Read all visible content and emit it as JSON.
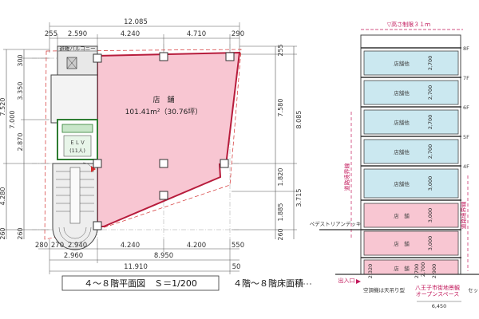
{
  "plan": {
    "dims_top": {
      "total": "12.085",
      "left_edge": "255",
      "seg1": "2.590",
      "seg2": "4.240",
      "seg3": "4.710",
      "right_edge": "290"
    },
    "dims_bottom": {
      "left_a": "280",
      "left_b": "270",
      "seg_a1": "2.940",
      "seg_a2": "4.240",
      "seg_a3": "4.200",
      "right_a": "550",
      "seg_b1": "2.960",
      "seg_b2": "8.950",
      "total": "11.910",
      "right_b": "50"
    },
    "dims_left": {
      "outer1": "7.520",
      "outer2": "4.280",
      "outer3": "260",
      "in1": "300",
      "in2": "3.350",
      "in3": "7.000",
      "in4": "2.870",
      "in5": "260"
    },
    "dims_right": {
      "r1": "255",
      "r2": "7.580",
      "r3": "8.085",
      "r4": "1.820",
      "r5": "3.715",
      "r6": "1.885",
      "r7": "260"
    },
    "balcony_label": "避難バルコニー",
    "shop_name": "店　舗",
    "shop_area": "101.41m²（30.76坪）",
    "elv_label": "ＥＬＶ",
    "elv_cap": "(11人)",
    "caption_plan": "４～８階平面図　Ｓ＝1/200",
    "caption_floor_area": "４階～８階床面積"
  },
  "section": {
    "height_limit": "▽高さ制限３１ｍ",
    "units": [
      {
        "label": "店舗他",
        "dim": "2,700",
        "floor": "8F"
      },
      {
        "label": "店舗他",
        "dim": "2,700",
        "floor": "7F"
      },
      {
        "label": "店舗他",
        "dim": "2,700",
        "floor": "6F"
      },
      {
        "label": "店舗他",
        "dim": "2,700",
        "floor": "5F"
      },
      {
        "label": "店舗他",
        "dim": "3,000",
        "floor": "4F"
      },
      {
        "label": "店　舗",
        "dim": "3,000",
        "floor": ""
      },
      {
        "label": "店　舗",
        "dim": "3,000",
        "floor": ""
      },
      {
        "label": "店　舗",
        "dim": "2,700",
        "floor": ""
      }
    ],
    "side_label_left": "道路境界線",
    "side_label_right": "道路境界線",
    "deck_label": "ペデストリアンデッキ",
    "entrance_label": "出入口",
    "bottom_dim_a": "2,320",
    "bottom_dim_b": "2,700",
    "bottom_dim_c": "2,900",
    "aircon_note": "空調機は天吊り型",
    "open_space_note1": "八王子市街地景観",
    "open_space_note2": "オープンスペース",
    "open_space_dim": "6,450",
    "right_cut": "セッ"
  }
}
